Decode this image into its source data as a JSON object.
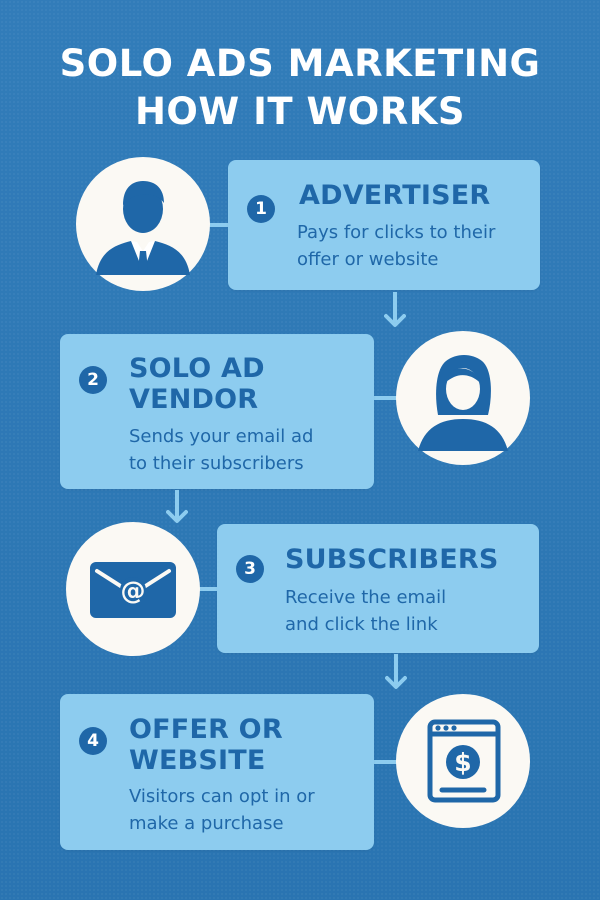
{
  "title": {
    "line1": "SOLO ADS MARKETING",
    "line2": "HOW IT WORKS"
  },
  "colors": {
    "background": "#2b78b7",
    "box": "#8dccef",
    "text": "#1f67a8",
    "circle": "#fbf9f4",
    "badge": "#1f67a8"
  },
  "steps": [
    {
      "number": "1",
      "title_lines": [
        "ADVERTISER"
      ],
      "desc_lines": [
        "Pays for clicks to their",
        "offer or website"
      ],
      "icon": "man-avatar-icon"
    },
    {
      "number": "2",
      "title_lines": [
        "SOLO AD",
        "VENDOR"
      ],
      "desc_lines": [
        "Sends your email ad",
        "to their subscribers"
      ],
      "icon": "woman-avatar-icon"
    },
    {
      "number": "3",
      "title_lines": [
        "SUBSCRIBERS"
      ],
      "desc_lines": [
        "Receive the email",
        "and click the link"
      ],
      "icon": "email-icon"
    },
    {
      "number": "4",
      "title_lines": [
        "OFFER OR",
        "WEBSITE"
      ],
      "desc_lines": [
        "Visitors can opt in or",
        "make a purchase"
      ],
      "icon": "website-dollar-icon"
    }
  ]
}
